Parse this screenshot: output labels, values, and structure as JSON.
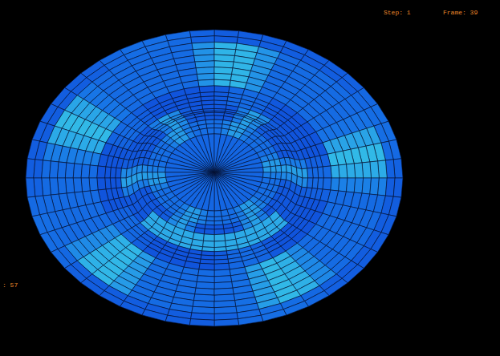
{
  "diagram": {
    "labels": [
      "Step: 1",
      "Frame: 39",
      ": 57"
    ]
  }
}
